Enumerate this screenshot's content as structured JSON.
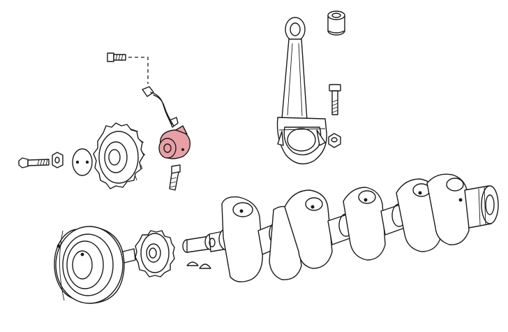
{
  "colors": {
    "line": "#1a1a1a",
    "paper": "#ffffff",
    "highlight": "#e8a0a6"
  },
  "parts": [
    {
      "name": "connecting-rod"
    },
    {
      "name": "small-end-bushing"
    },
    {
      "name": "rod-bolt"
    },
    {
      "name": "rod-nut"
    },
    {
      "name": "crankshaft-position-sensor",
      "highlighted": true
    },
    {
      "name": "sensor-wire"
    },
    {
      "name": "sensor-mounting-bolt"
    },
    {
      "name": "timing-belt-sprocket"
    },
    {
      "name": "sprocket-bolt"
    },
    {
      "name": "sprocket-washer"
    },
    {
      "name": "thrust-disc"
    },
    {
      "name": "sensor-stud"
    },
    {
      "name": "crankshaft"
    },
    {
      "name": "crankshaft-pulley"
    },
    {
      "name": "crankshaft-gear"
    },
    {
      "name": "woodruff-keys"
    }
  ]
}
